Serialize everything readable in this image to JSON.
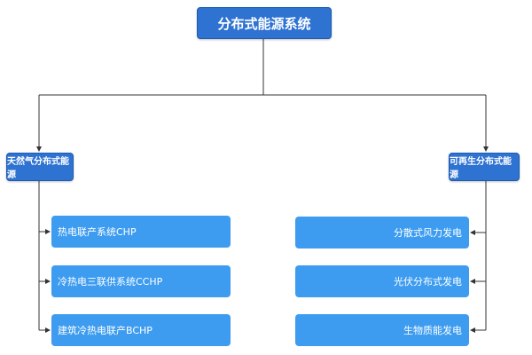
{
  "title": "分布式能源系统",
  "left": {
    "label": "天然气分布式能源",
    "items": [
      "热电联产系统CHP",
      "冷热电三联供系统CCHP",
      "建筑冷热电联产BCHP"
    ]
  },
  "right": {
    "label": "可再生分布式能源",
    "items": [
      "分散式风力发电",
      "光伏分布式发电",
      "生物质能发电"
    ]
  },
  "colors": {
    "node_dark": "#2e72d2",
    "node_light": "#3d9cf0",
    "connector": "#333333"
  }
}
